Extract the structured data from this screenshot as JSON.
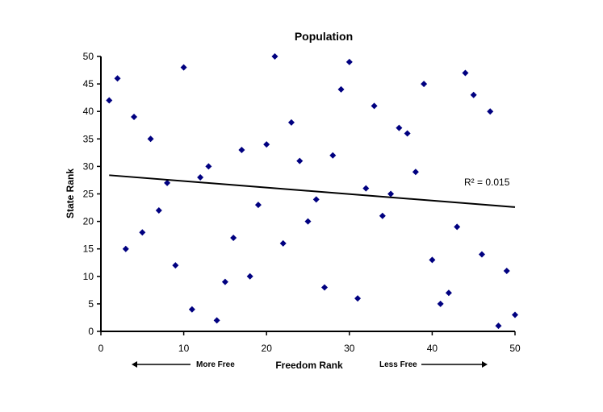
{
  "chart_data": {
    "type": "scatter",
    "title": "Population",
    "xlabel": "Freedom Rank",
    "ylabel": "State Rank",
    "xlim": [
      0,
      50
    ],
    "ylim": [
      0,
      50
    ],
    "x_ticks": [
      0,
      10,
      20,
      30,
      40,
      50
    ],
    "y_ticks": [
      0,
      5,
      10,
      15,
      20,
      25,
      30,
      35,
      40,
      45,
      50
    ],
    "grid": false,
    "legend": null,
    "marker_color": "#000080",
    "series": [
      {
        "name": "Population",
        "x": [
          1,
          2,
          3,
          4,
          5,
          6,
          7,
          8,
          9,
          10,
          11,
          12,
          13,
          14,
          15,
          16,
          17,
          18,
          19,
          20,
          21,
          22,
          23,
          24,
          25,
          26,
          27,
          28,
          29,
          30,
          31,
          32,
          33,
          34,
          35,
          36,
          37,
          38,
          39,
          40,
          41,
          42,
          43,
          44,
          45,
          46,
          47,
          48,
          49,
          50
        ],
        "y": [
          42,
          46,
          15,
          39,
          18,
          35,
          22,
          27,
          12,
          48,
          4,
          28,
          30,
          2,
          9,
          17,
          33,
          10,
          23,
          34,
          50,
          16,
          38,
          31,
          20,
          24,
          8,
          32,
          44,
          49,
          6,
          26,
          41,
          21,
          25,
          37,
          36,
          29,
          45,
          13,
          5,
          7,
          19,
          47,
          43,
          14,
          40,
          1,
          11,
          3
        ]
      }
    ],
    "trendline": {
      "type": "linear",
      "x_start": 1,
      "y_start": 28.4,
      "x_end": 50,
      "y_end": 22.6,
      "r_squared_label": "R² = 0.015",
      "r_squared": 0.015
    },
    "annotations": {
      "left_arrow_label": "More Free",
      "right_arrow_label": "Less Free"
    }
  }
}
